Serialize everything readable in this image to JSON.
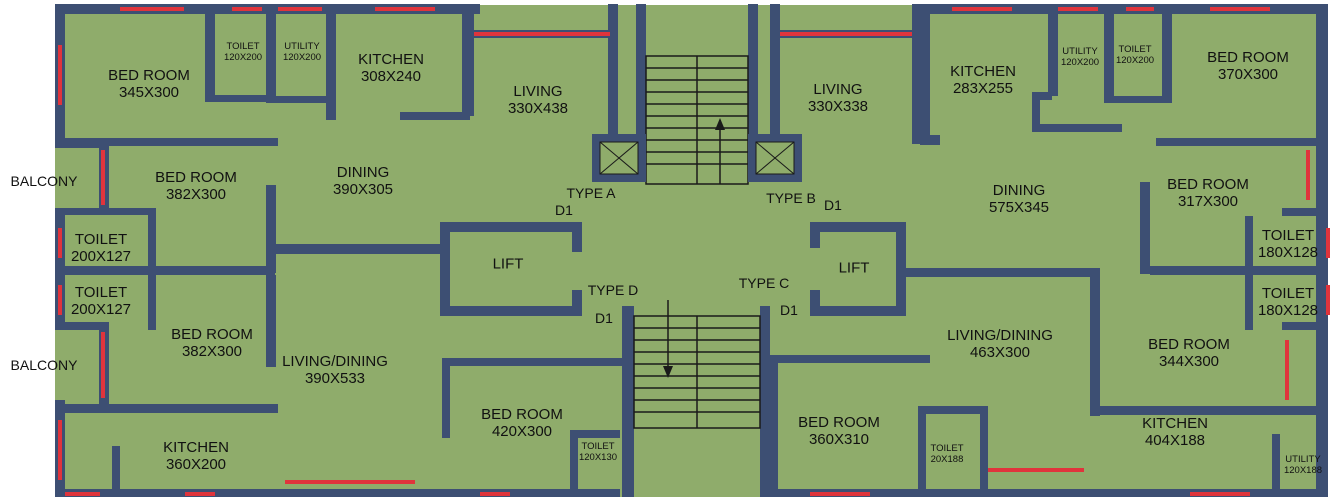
{
  "rooms": {
    "a_bed": {
      "name": "BED ROOM",
      "size": "345X300"
    },
    "a_toilet": {
      "name": "TOILET",
      "size": "120X200"
    },
    "a_utility": {
      "name": "UTILITY",
      "size": "120X200"
    },
    "a_kitchen": {
      "name": "KITCHEN",
      "size": "308X240"
    },
    "a_living": {
      "name": "LIVING",
      "size": "330X438"
    },
    "a_bed2": {
      "name": "BED ROOM",
      "size": "382X300"
    },
    "a_dining": {
      "name": "DINING",
      "size": "390X305"
    },
    "a_toilet2": {
      "name": "TOILET",
      "size": "200X127"
    },
    "lift_left": {
      "name": "LIFT"
    },
    "d_toilet": {
      "name": "TOILET",
      "size": "200X127"
    },
    "d_bed": {
      "name": "BED ROOM",
      "size": "382X300"
    },
    "d_living": {
      "name": "LIVING/DINING",
      "size": "390X533"
    },
    "d_bed2": {
      "name": "BED ROOM",
      "size": "420X300"
    },
    "d_kitchen": {
      "name": "KITCHEN",
      "size": "360X200"
    },
    "d_toilet2": {
      "name": "TOILET",
      "size": "120X130"
    },
    "b_living": {
      "name": "LIVING",
      "size": "330X338"
    },
    "b_kitchen": {
      "name": "KITCHEN",
      "size": "283X255"
    },
    "b_utility": {
      "name": "UTILITY",
      "size": "120X200"
    },
    "b_toilet": {
      "name": "TOILET",
      "size": "120X200"
    },
    "b_bed": {
      "name": "BED ROOM",
      "size": "370X300"
    },
    "b_dining": {
      "name": "DINING",
      "size": "575X345"
    },
    "b_bed2": {
      "name": "BED ROOM",
      "size": "317X300"
    },
    "b_toilet2": {
      "name": "TOILET",
      "size": "180X128"
    },
    "lift_right": {
      "name": "LIFT"
    },
    "c_toilet": {
      "name": "TOILET",
      "size": "180X128"
    },
    "c_living": {
      "name": "LIVING/DINING",
      "size": "463X300"
    },
    "c_bed": {
      "name": "BED ROOM",
      "size": "344X300"
    },
    "c_bed2": {
      "name": "BED ROOM",
      "size": "360X310"
    },
    "c_toilet2": {
      "name": "TOILET",
      "size": "20X188"
    },
    "c_kitchen": {
      "name": "KITCHEN",
      "size": "404X188"
    },
    "c_utility": {
      "name": "UTILITY",
      "size": "120X188"
    }
  },
  "tags": {
    "balcony_top": "BALCONY",
    "balcony_bottom": "BALCONY",
    "type_a": "TYPE A",
    "type_b": "TYPE B",
    "type_c": "TYPE C",
    "type_d": "TYPE D",
    "d1_a": "D1",
    "d1_b": "D1",
    "d1_c": "D1",
    "d1_d": "D1"
  },
  "colors": {
    "floor": "#8fac6b",
    "wall": "#3d4f73",
    "window": "#e0343c",
    "line": "#1a1a1a"
  }
}
